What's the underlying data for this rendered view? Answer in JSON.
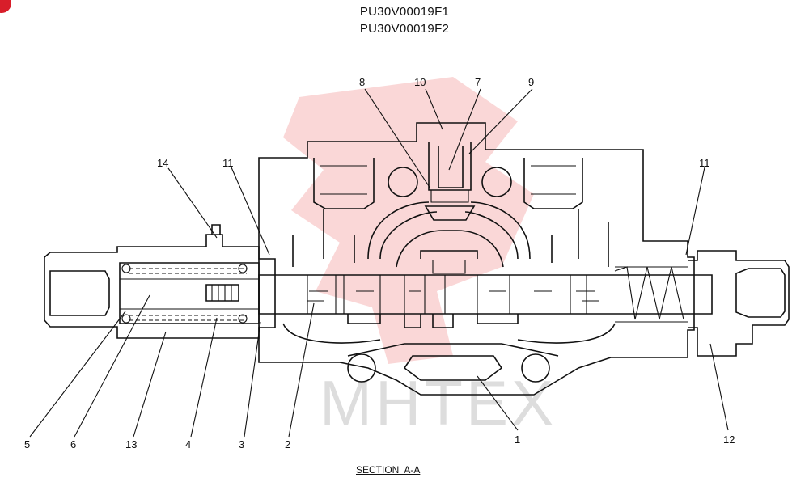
{
  "titles": {
    "line1": "PU30V00019F1",
    "line2": "PU30V00019F2"
  },
  "section_label": "SECTION  A-A",
  "watermark": "MHTEX",
  "callouts": [
    {
      "id": "c14",
      "text": "14"
    },
    {
      "id": "c11a",
      "text": "11"
    },
    {
      "id": "c8",
      "text": "8"
    },
    {
      "id": "c10",
      "text": "10"
    },
    {
      "id": "c7",
      "text": "7"
    },
    {
      "id": "c9",
      "text": "9"
    },
    {
      "id": "c11b",
      "text": "11"
    },
    {
      "id": "c5",
      "text": "5"
    },
    {
      "id": "c6",
      "text": "6"
    },
    {
      "id": "c13",
      "text": "13"
    },
    {
      "id": "c4",
      "text": "4"
    },
    {
      "id": "c3",
      "text": "3"
    },
    {
      "id": "c2",
      "text": "2"
    },
    {
      "id": "c1",
      "text": "1"
    },
    {
      "id": "c12",
      "text": "12"
    }
  ],
  "colors": {
    "line": "#111111",
    "watermark": "#e84848"
  }
}
